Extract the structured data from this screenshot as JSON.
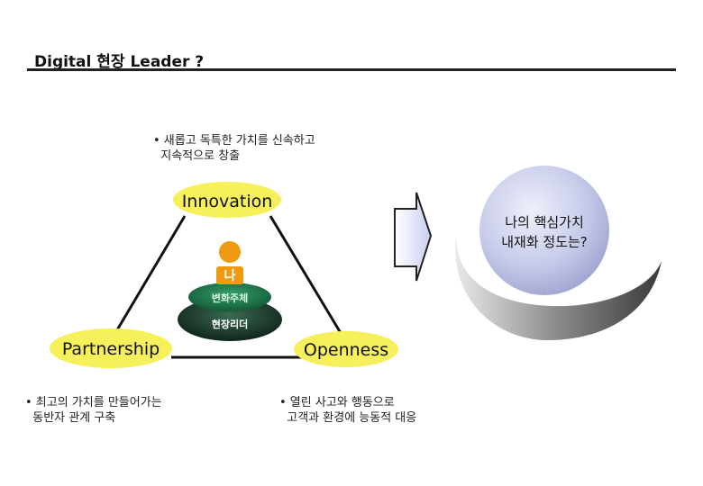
{
  "header": {
    "title": "Digital 현장 Leader ?"
  },
  "nodes": {
    "innovation": "Innovation",
    "partnership": "Partnership",
    "openness": "Openness"
  },
  "bullets": {
    "innovation": "• 새롭고 독특한 가치를 신속하고\n  지속적으로 창출",
    "partnership": "• 최고의 가치를 만들어가는\n  동반자 관계 구축",
    "openness": "• 열린 사고와 행동으로\n  고객과 환경에 능동적 대응"
  },
  "center": {
    "me": "나",
    "change_agent": "변화주체",
    "field_leader": "현장리더"
  },
  "core_value": {
    "text": "나의 핵심가치\n내재화 정도는?"
  },
  "colors": {
    "node_fill": "#f6f05a",
    "ellipse_fill": "#bfc3e6",
    "inner_disc": "#1d7a4d",
    "outer_disc": "#1f3f2e",
    "person": "#f09a12"
  }
}
